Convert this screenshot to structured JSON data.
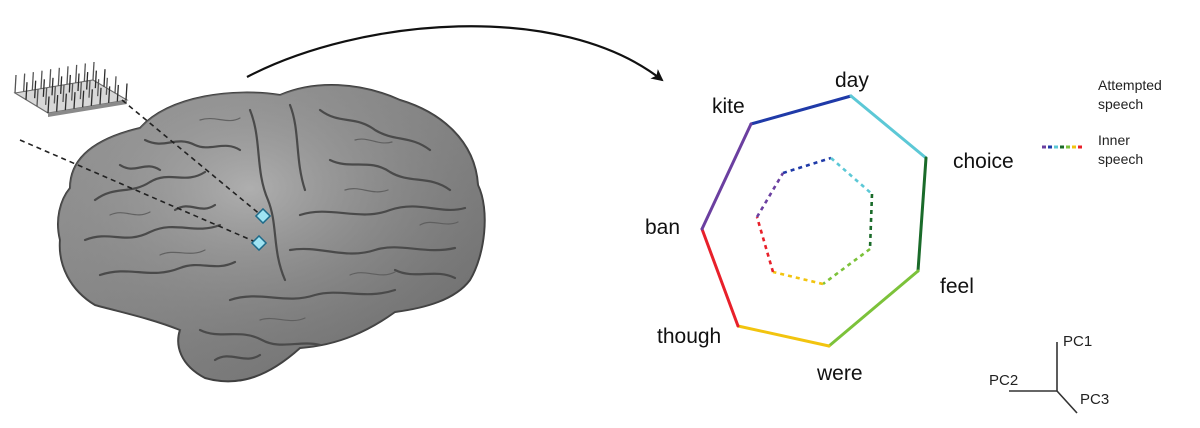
{
  "figure": {
    "words": [
      "day",
      "choice",
      "feel",
      "were",
      "though",
      "ban",
      "kite"
    ],
    "segment_colors": [
      "#1f3aa8",
      "#5cc8d6",
      "#1a6b2a",
      "#7cc23a",
      "#f2c40f",
      "#e8202a",
      "#6b3fa0"
    ],
    "legend": {
      "attempted": [
        "Attempted",
        "speech"
      ],
      "inner": [
        "Inner",
        "speech"
      ]
    },
    "axes": {
      "pc1": "PC1",
      "pc2": "PC2",
      "pc3": "PC3"
    }
  }
}
